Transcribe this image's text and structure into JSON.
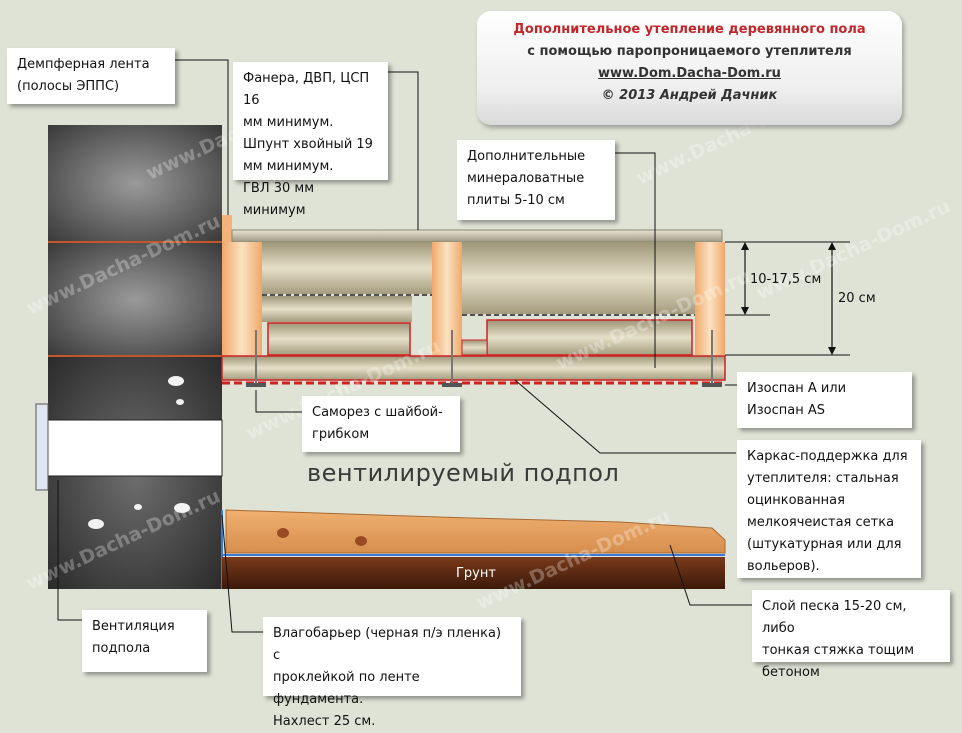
{
  "title": {
    "line1": "Дополнительное утепление деревянного пола",
    "line2": "с помощью паропроницаемого утеплителя",
    "site": "www.Dom.Dacha-Dom.ru",
    "copyright": "© 2013 Андрей Дачник"
  },
  "watermark": "www.Dacha-Dom.ru",
  "labels": {
    "damper": "Демпферная лента\n(полосы ЭППС)",
    "plywood": "Фанера, ДВП, ЦСП 16\nмм минимум.\nШпунт хвойный 19\nмм минимум.\nГВЛ 30 мм минимум",
    "mineral": "Дополнительные\nминераловатные\n плиты 5-10 см",
    "screw": "Саморез с шайбой-\nгрибком",
    "izospan": "Изоспан А или\nИзоспан AS",
    "frame": "Каркас-поддержка для\nутеплителя: стальная\nоцинкованная\nмелкоячеистая сетка\n(штукатурная или для\nвольеров).",
    "ventilation": "Вентиляция\nподпола",
    "barrier": "Влагобарьер (черная п/э пленка) с\nпроклейкой по ленте фундамента.\nНахлест 25 см.",
    "sand": "Слой песка 15-20 см, либо\nтонкая стяжка тощим\nбетоном"
  },
  "dimensions": {
    "inner": "10-17,5 см",
    "outer": "20 см"
  },
  "underfloor": "вентилируемый подпол",
  "ground": "Грунт",
  "colors": {
    "background": "#dfe3d6",
    "title_red": "#c0262a",
    "wood": "#f2b27a",
    "soil": "#5a2a14",
    "sand": "#e8a868",
    "wool": "#bdb49a"
  }
}
